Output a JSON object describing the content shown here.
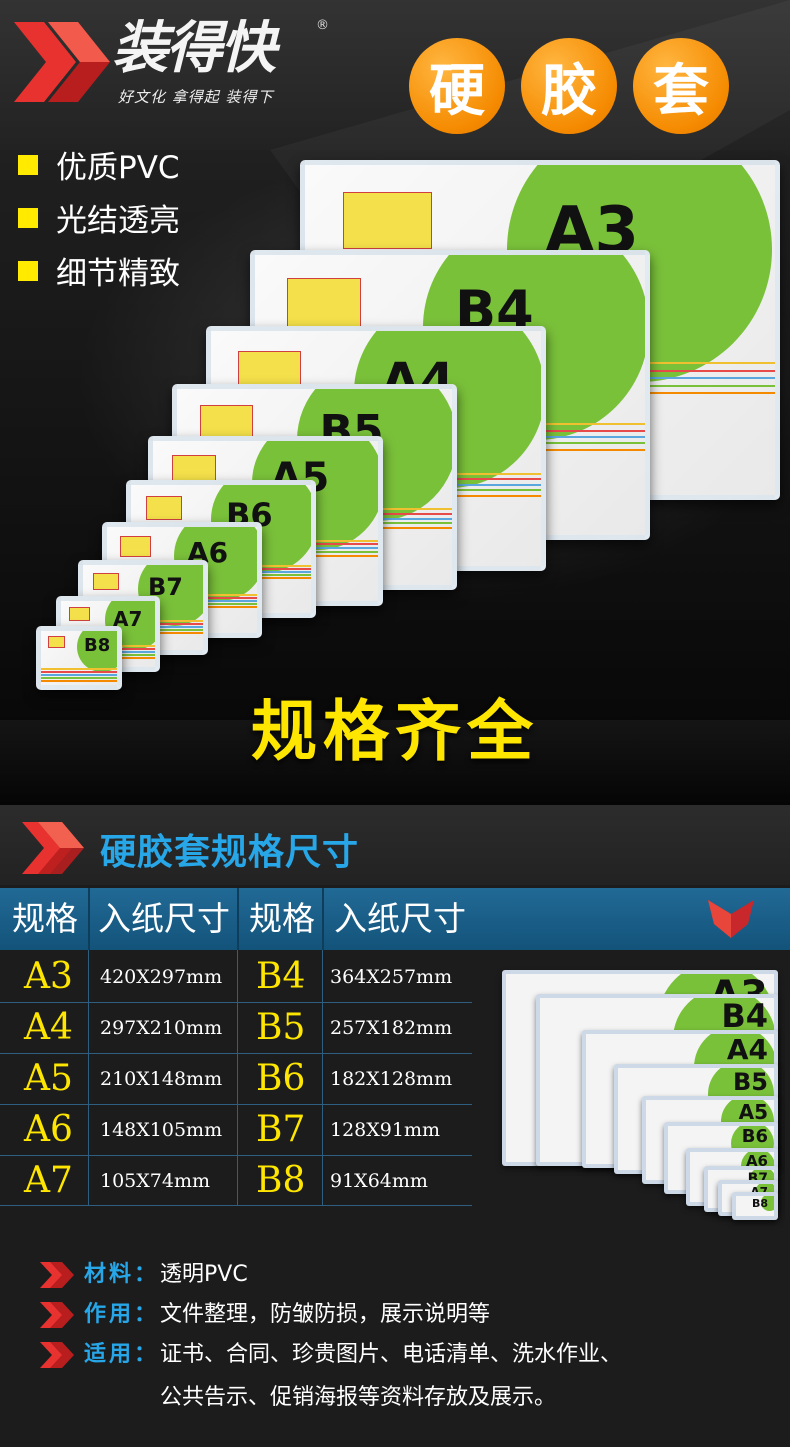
{
  "brand": {
    "name": "装得快",
    "reg": "®",
    "slogan": "好文化  拿得起  装得下"
  },
  "title_chars": [
    "硬",
    "胶",
    "套"
  ],
  "features": [
    "优质PVC",
    "光结透亮",
    "细节精致"
  ],
  "tagline": "规格齐全",
  "section_title": "硬胶套规格尺寸",
  "table": {
    "headers": [
      "规格",
      "入纸尺寸",
      "规格",
      "入纸尺寸"
    ],
    "rows": [
      {
        "size1": "A3",
        "dim1": "420X297mm",
        "size2": "B4",
        "dim2": "364X257mm"
      },
      {
        "size1": "A4",
        "dim1": "297X210mm",
        "size2": "B5",
        "dim2": "257X182mm"
      },
      {
        "size1": "A5",
        "dim1": "210X148mm",
        "size2": "B6",
        "dim2": "182X128mm"
      },
      {
        "size1": "A6",
        "dim1": "148X105mm",
        "size2": "B7",
        "dim2": "128X91mm"
      },
      {
        "size1": "A7",
        "dim1": "105X74mm",
        "size2": "B8",
        "dim2": "91X64mm"
      }
    ]
  },
  "hero_sheets": [
    "A3",
    "B4",
    "A4",
    "B5",
    "A5",
    "B6",
    "A6",
    "B7",
    "A7",
    "B8"
  ],
  "stack_labels": [
    "A3",
    "B4",
    "A4",
    "B5",
    "A5",
    "B6",
    "A6",
    "B7",
    "A7",
    "B8"
  ],
  "info": {
    "material_key": "材料：",
    "material_val": "透明PVC",
    "use_key": "作用：",
    "use_val": "文件整理，防皱防损，展示说明等",
    "apply_key": "适用：",
    "apply_val": "证书、合同、珍贵图片、电话清单、洗水作业、",
    "apply_val2": "公共告示、促销海报等资料存放及展示。"
  },
  "colors": {
    "accent_red": "#e8322f",
    "title_orange": "#f58a00",
    "highlight_yellow": "#ffe600",
    "section_blue": "#27a6e8",
    "table_header": "#1a5f8a",
    "sheet_green": "#7ac13a"
  }
}
